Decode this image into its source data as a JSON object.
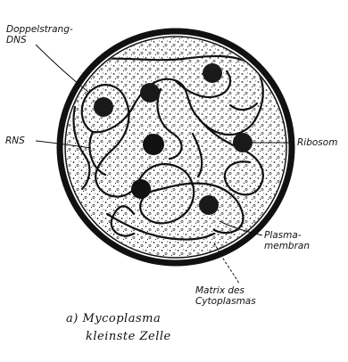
{
  "labels": {
    "doppelstrang_line1": "Doppelstrang-",
    "doppelstrang_line2": "DNS",
    "rns": "RNS",
    "ribosom": "Ribosom",
    "plasma_line1": "Plasma-",
    "plasma_line2": "membran",
    "matrix_line1": "Matrix des",
    "matrix_line2": "Cytoplasmas"
  },
  "caption": {
    "line1": "a) Mycoplasma",
    "line2": "kleinste Zelle"
  }
}
